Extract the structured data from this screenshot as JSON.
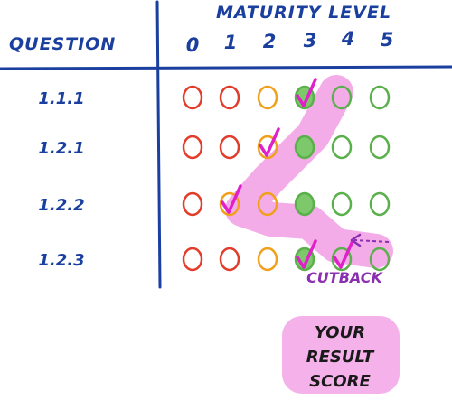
{
  "header": {
    "title": "MATURITY LEVEL",
    "question_label": "QUESTION",
    "levels": [
      "0",
      "1",
      "2",
      "3",
      "4",
      "5"
    ]
  },
  "rows": [
    {
      "question": "1.1.1",
      "circles": [
        "red",
        "red",
        "orange",
        "green-filled",
        "green",
        "green"
      ],
      "checks": [
        3
      ]
    },
    {
      "question": "1.2.1",
      "circles": [
        "red",
        "red",
        "orange",
        "green-filled",
        "green",
        "green"
      ],
      "checks": [
        2
      ]
    },
    {
      "question": "1.2.2",
      "circles": [
        "red",
        "orange",
        "orange",
        "green-filled",
        "green",
        "green"
      ],
      "checks": [
        1
      ]
    },
    {
      "question": "1.2.3",
      "circles": [
        "red",
        "red",
        "orange",
        "green-filled",
        "green",
        "green"
      ],
      "checks": [
        3,
        4
      ]
    }
  ],
  "annotations": {
    "cutback_label": "CUTBACK",
    "result_lines": [
      "YOUR",
      "RESULT",
      "SCORE"
    ]
  },
  "colors": {
    "grid": "#1a3f9f",
    "text_blue": "#1a3f9f",
    "red": "#e23c2a",
    "orange": "#f0a01a",
    "green": "#5ab04a",
    "green_fill": "#7cc86a",
    "highlight": "#f3a3e6",
    "check": "#e020c8",
    "purple": "#8a2fb0"
  }
}
